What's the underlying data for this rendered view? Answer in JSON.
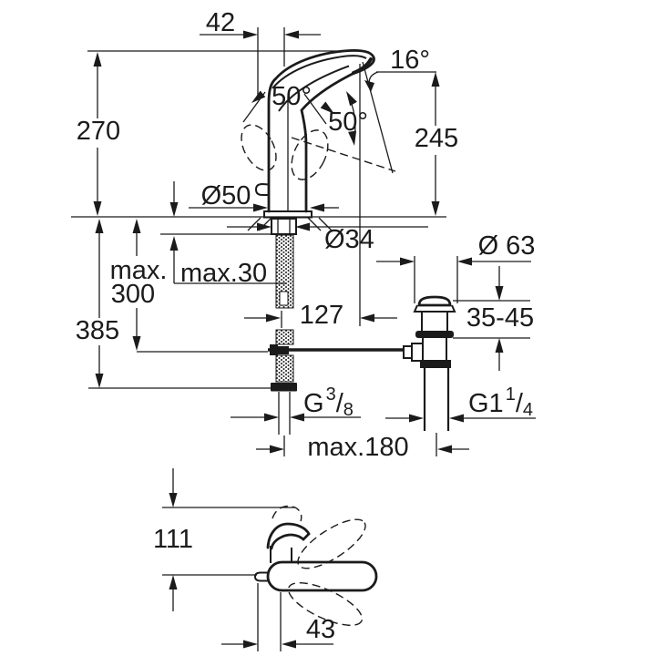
{
  "drawing": {
    "kind": "technical dimension drawing",
    "subject": "single-lever basin mixer faucet with pop-up waste set, front elevation and top view",
    "units": "mm",
    "line_color": "#1b1b1b",
    "background_color": "#ffffff"
  },
  "labels": {
    "handle_offset_42": "42",
    "spout_outlet_angle_16": "16°",
    "lever_swing_angle_50": "50°",
    "lever_lift_angle_50": "50°",
    "total_height_270": "270",
    "outlet_height_245": "245",
    "base_diameter_50": "Ø50",
    "shank_diameter_34": "Ø34",
    "deck_thickness_max30": "max.30",
    "hose_length_max_line1": "max.",
    "hose_length_max_line2": "300",
    "below_deck_depth_385": "385",
    "spout_reach_127": "127",
    "waste_flange_diameter_63": "Ø 63",
    "waste_clamp_range_35_45": "35-45",
    "supply_thread": {
      "prefix": "G",
      "numerator": "3",
      "slash": "/",
      "denominator": "8"
    },
    "waste_thread": {
      "prefix": "G1",
      "numerator": "1",
      "slash": "/",
      "denominator": "4"
    },
    "waste_distance_max180": "max.180",
    "top_view_depth_111": "111",
    "knob_offset_43": "43"
  }
}
